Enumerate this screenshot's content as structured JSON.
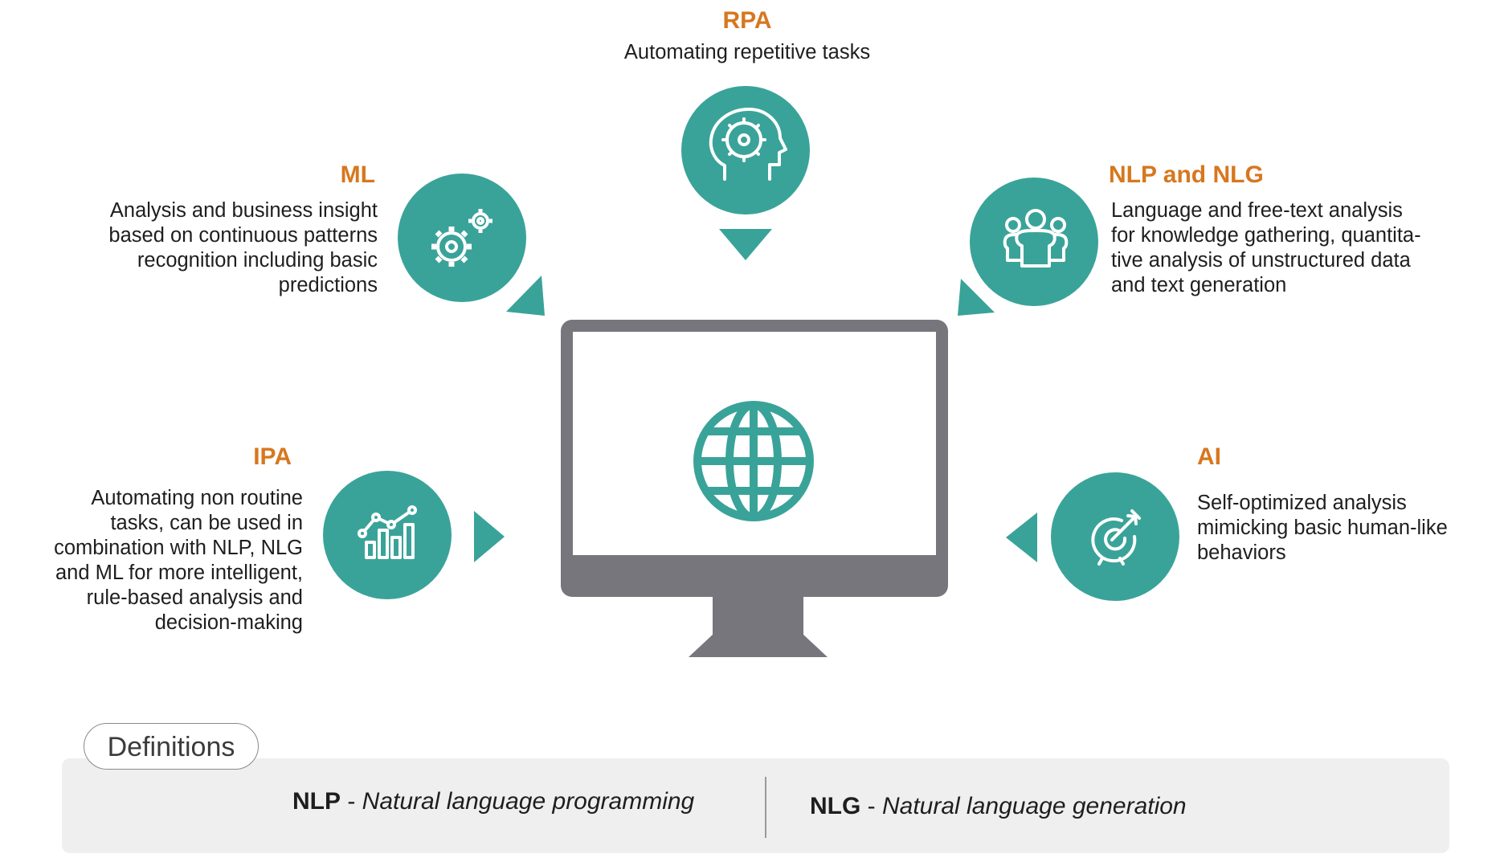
{
  "colors": {
    "teal": "#3aa399",
    "orange": "#d7771f",
    "monitor_frame": "#77767d",
    "text": "#1e1e1e",
    "band": "#efefef"
  },
  "center": {
    "icon": "globe-icon"
  },
  "nodes": [
    {
      "id": "rpa",
      "title": "RPA",
      "desc": "Automating repetitive tasks",
      "icon": "head-gear-icon"
    },
    {
      "id": "ml",
      "title": "ML",
      "desc": "Analysis and business insight\nbased on continuous patterns\nrecognition including basic\npredictions",
      "icon": "gears-icon"
    },
    {
      "id": "nlp",
      "title": "NLP and NLG",
      "desc": "Language and free-text analysis\nfor knowledge gathering, quantita-\ntive analysis of unstructured data\nand text generation",
      "icon": "people-group-icon"
    },
    {
      "id": "ipa",
      "title": "IPA",
      "desc": "Automating non routine\ntasks, can be used in\ncombination with NLP, NLG\nand ML for more intelligent,\nrule-based analysis and\ndecision-making",
      "icon": "bar-chart-trend-icon"
    },
    {
      "id": "ai",
      "title": "AI",
      "desc": "Self-optimized analysis\nmimicking basic human-like\nbehaviors",
      "icon": "target-arrow-icon"
    }
  ],
  "definitions": {
    "label": "Definitions",
    "items": [
      {
        "abbr": "NLP",
        "sep": " - ",
        "full": "Natural language programming"
      },
      {
        "abbr": "NLG",
        "sep": " - ",
        "full": "Natural language generation"
      }
    ]
  }
}
